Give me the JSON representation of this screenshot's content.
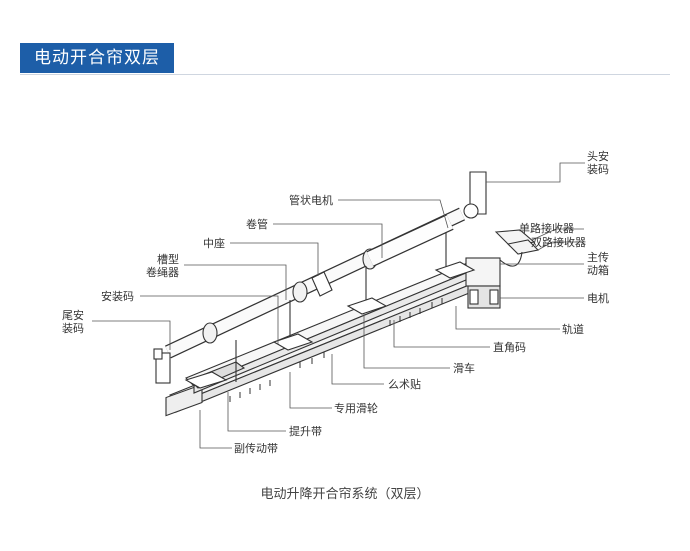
{
  "header": {
    "title": "电动开合帘双层"
  },
  "labels": {
    "head_mount_1": "头安",
    "head_mount_2": "装码",
    "tubular_motor": "管状电机",
    "single_receiver": "单路接收器",
    "double_receiver": "双路接收器",
    "main_gearbox_1": "主传",
    "main_gearbox_2": "动箱",
    "motor": "电机",
    "winding_tube": "卷管",
    "middle_base": "中座",
    "groove_1": "槽型",
    "groove_2": "卷绳器",
    "mounting_code": "安装码",
    "tail_mount_1": "尾安",
    "tail_mount_2": "装码",
    "track": "轨道",
    "right_angle": "直角码",
    "pulley": "滑车",
    "velcro": "么术贴",
    "special_pulley": "专用滑轮",
    "lift_belt": "提升带",
    "aux_belt": "副传动带"
  },
  "caption": "电动升降开合帘系统（双层）",
  "colors": {
    "header_bg": "#1d5ea8",
    "line": "#555555",
    "stroke": "#333333"
  }
}
